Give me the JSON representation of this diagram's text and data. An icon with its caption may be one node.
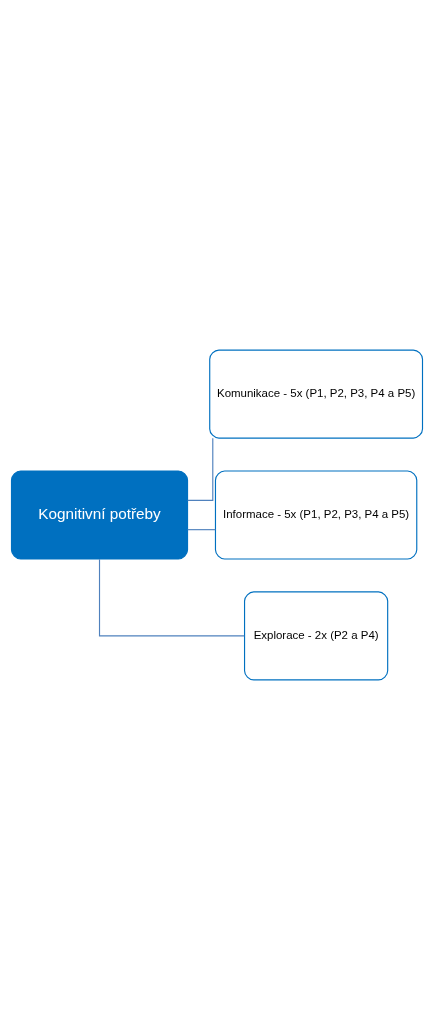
{
  "diagram": {
    "nodes": [
      {
        "text": [
          "Kognitivní potřeby"
        ]
      },
      {
        "text": [
          "Komunikace - 5x (P1, P2, P3, P4 a P5)"
        ]
      },
      {
        "text": [
          "Informace - 5x (P1, P2, P3, P4 a P5)"
        ]
      },
      {
        "text": [
          "Explorace - 2x (P2 a P4)"
        ]
      }
    ],
    "edges": [
      {
        "from": 0,
        "to": 1,
        "arrow": "none"
      },
      {
        "from": 0,
        "to": 2,
        "arrow": "none"
      },
      {
        "from": 0,
        "to": 3,
        "arrow": "none"
      }
    ]
  }
}
